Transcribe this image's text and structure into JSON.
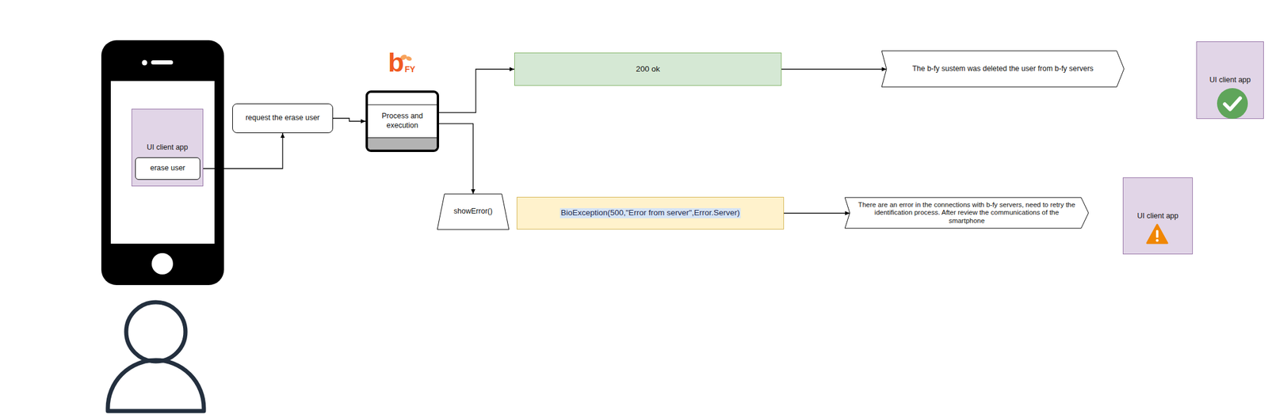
{
  "diagram": {
    "nodes": [
      {
        "text": [
          "UI client app"
        ]
      },
      {
        "text": [
          "erase user"
        ],
        "in": 0
      },
      {
        "text": [
          "request the erase user"
        ]
      },
      {
        "text": [
          "Process and execution"
        ]
      },
      {
        "text": [
          "200 ok"
        ]
      },
      {
        "text": [
          "The b-fy sustem was deleted the user from  b-fy servers"
        ]
      },
      {
        "text": [
          "UI client app"
        ]
      },
      {
        "text": [
          "showError()"
        ]
      },
      {
        "text": [
          "BioException(500,\"Error from server\",Error.Server)"
        ]
      },
      {
        "text": [
          "There are an error in the connections with b-fy servers, need to retry the identification process. After review the communications of the smartphone"
        ]
      },
      {
        "text": [
          "UI client app"
        ]
      }
    ],
    "edges": [
      {
        "from": 1,
        "to": 2,
        "arrow": "to"
      },
      {
        "from": 2,
        "to": 3,
        "arrow": "to"
      },
      {
        "from": 3,
        "to": 4,
        "arrow": "to"
      },
      {
        "from": 4,
        "to": 5,
        "arrow": "to"
      },
      {
        "from": 3,
        "to": 7,
        "arrow": "to"
      },
      {
        "from": 8,
        "to": 9,
        "arrow": "to"
      }
    ],
    "labels": [
      "b",
      "FY"
    ]
  }
}
